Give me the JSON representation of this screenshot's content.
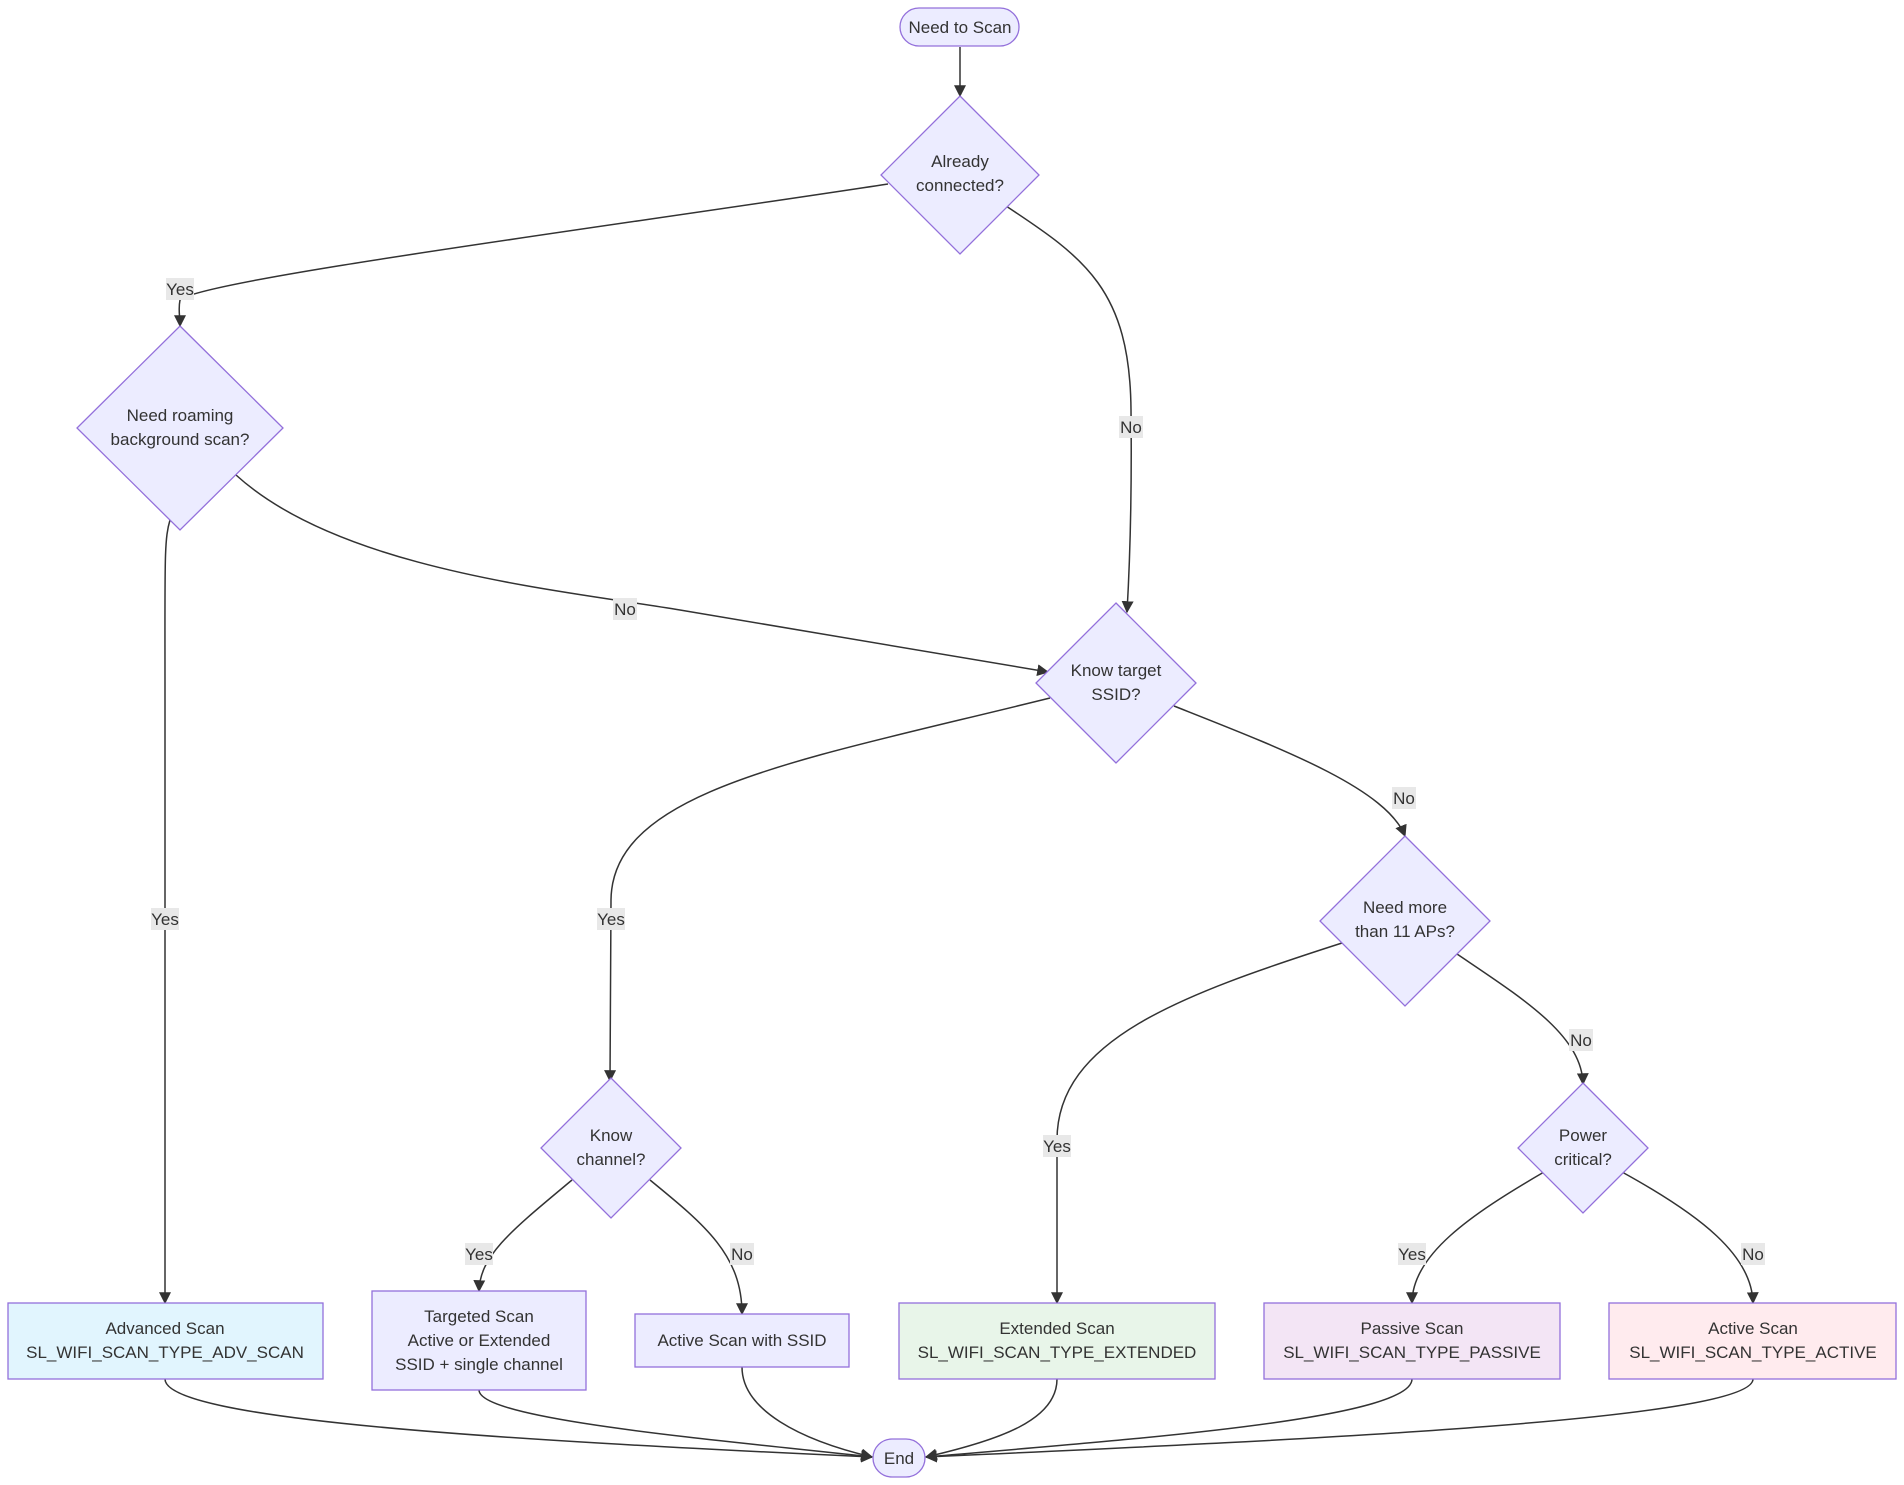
{
  "colors": {
    "default_fill": "#ececff",
    "default_stroke": "#9370db",
    "edge": "#333333",
    "label_bg": "#e8e8e8",
    "text": "#333333"
  },
  "nodes": {
    "start": {
      "label": "Need to Scan"
    },
    "connected": {
      "lines": [
        "Already",
        "connected?"
      ]
    },
    "roaming": {
      "lines": [
        "Need roaming",
        "background scan?"
      ]
    },
    "ssid": {
      "lines": [
        "Know target",
        "SSID?"
      ]
    },
    "more_aps": {
      "lines": [
        "Need more",
        "than 11 APs?"
      ]
    },
    "channel": {
      "lines": [
        "Know",
        "channel?"
      ]
    },
    "power": {
      "lines": [
        "Power",
        "critical?"
      ]
    },
    "adv": {
      "lines": [
        "Advanced Scan",
        "SL_WIFI_SCAN_TYPE_ADV_SCAN"
      ],
      "fill": "#e1f5fe",
      "stroke": "#9370db"
    },
    "targeted": {
      "lines": [
        "Targeted Scan",
        "Active or Extended",
        "SSID + single channel"
      ]
    },
    "active_ssid": {
      "lines": [
        "Active Scan with SSID"
      ]
    },
    "extended": {
      "lines": [
        "Extended Scan",
        "SL_WIFI_SCAN_TYPE_EXTENDED"
      ],
      "fill": "#e8f5e9",
      "stroke": "#9370db"
    },
    "passive": {
      "lines": [
        "Passive Scan",
        "SL_WIFI_SCAN_TYPE_PASSIVE"
      ],
      "fill": "#f3e5f5",
      "stroke": "#9370db"
    },
    "active": {
      "lines": [
        "Active Scan",
        "SL_WIFI_SCAN_TYPE_ACTIVE"
      ],
      "fill": "#ffebee",
      "stroke": "#9370db"
    },
    "end": {
      "label": "End"
    }
  },
  "edge_labels": {
    "connected_yes": "Yes",
    "connected_no": "No",
    "roaming_yes": "Yes",
    "roaming_no": "No",
    "ssid_yes": "Yes",
    "ssid_no": "No",
    "aps_yes": "Yes",
    "aps_no": "No",
    "channel_yes": "Yes",
    "channel_no": "No",
    "power_yes": "Yes",
    "power_no": "No"
  }
}
